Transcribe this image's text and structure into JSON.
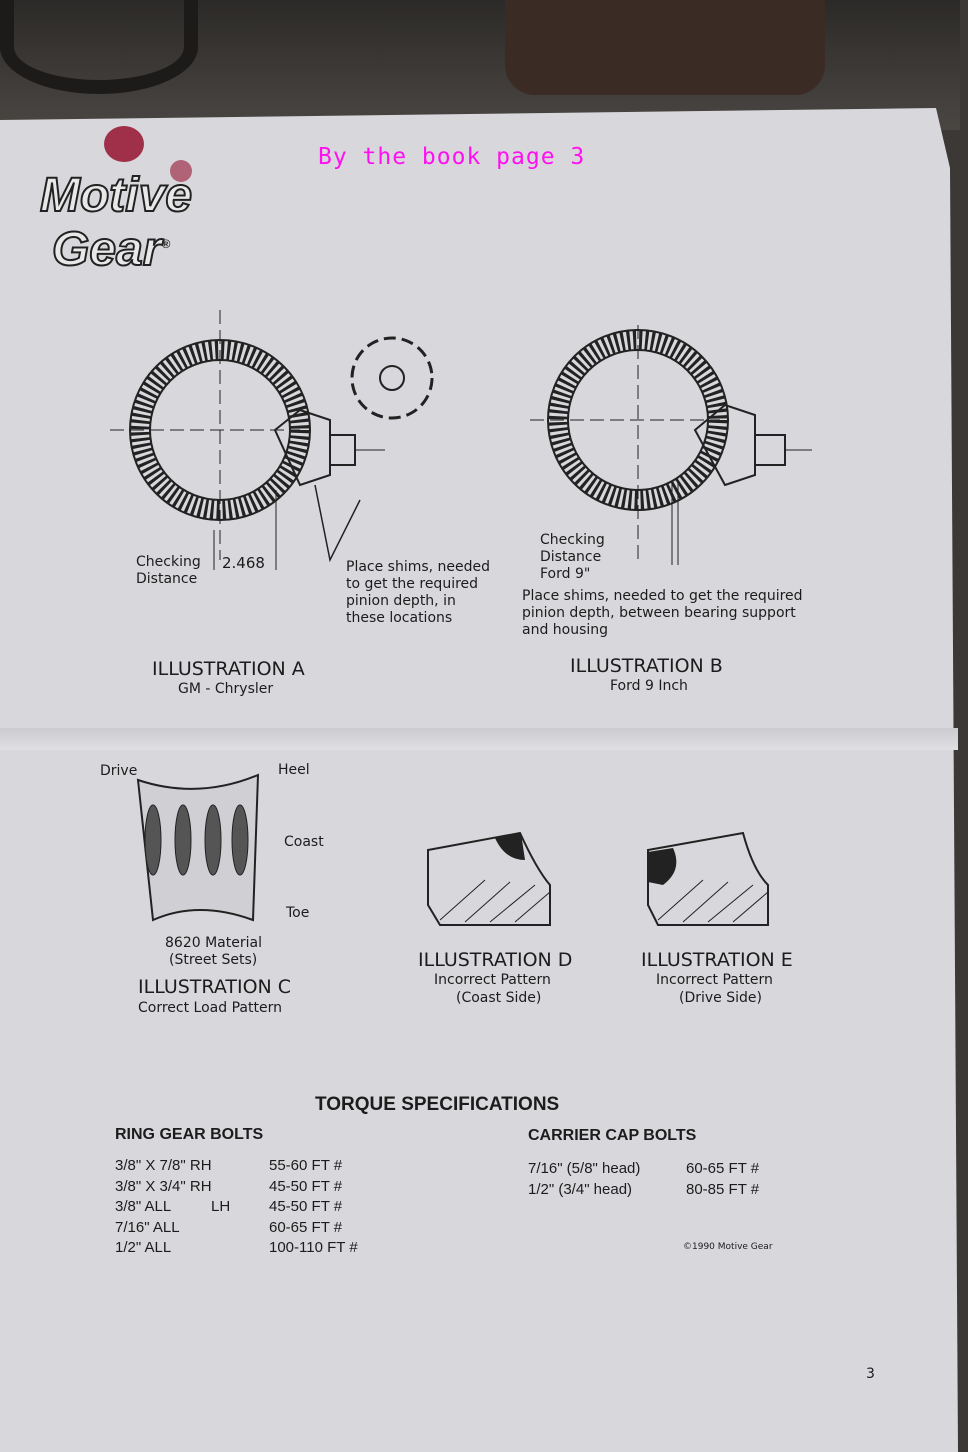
{
  "caption": "By the book page 3",
  "logo": {
    "line1": "Motive",
    "line2": "Gear",
    "mark": "®"
  },
  "illustration_a": {
    "title": "ILLUSTRATION A",
    "subtitle": "GM - Chrysler",
    "checking_label_1": "Checking",
    "checking_label_2": "Distance",
    "distance_value": "2.468",
    "shim_note": [
      "Place shims, needed",
      "to get the required",
      "pinion depth, in",
      "these locations"
    ]
  },
  "illustration_b": {
    "title": "ILLUSTRATION B",
    "subtitle": "Ford 9 Inch",
    "checking_label": [
      "Checking",
      "Distance",
      "Ford 9\""
    ],
    "shim_note": [
      "Place shims, needed to get the required",
      "pinion depth, between bearing support",
      "and housing"
    ]
  },
  "illustration_c": {
    "title": "ILLUSTRATION C",
    "subtitle": "Correct Load Pattern",
    "labels": {
      "drive": "Drive",
      "heel": "Heel",
      "coast": "Coast",
      "toe": "Toe"
    },
    "material": "8620 Material",
    "material_note": "(Street Sets)"
  },
  "illustration_d": {
    "title": "ILLUSTRATION D",
    "line1": "Incorrect Pattern",
    "line2": "(Coast Side)"
  },
  "illustration_e": {
    "title": "ILLUSTRATION E",
    "line1": "Incorrect Pattern",
    "line2": "(Drive Side)"
  },
  "torque": {
    "title": "TORQUE SPECIFICATIONS",
    "ring_gear": {
      "heading": "RING GEAR BOLTS",
      "rows": [
        {
          "size": "3/8\" X 7/8\" RH",
          "dir": "",
          "torque": "55-60 FT #"
        },
        {
          "size": "3/8\" X 3/4\" RH",
          "dir": "",
          "torque": "45-50 FT #"
        },
        {
          "size": "3/8\" ALL",
          "dir": "LH",
          "torque": "45-50 FT #"
        },
        {
          "size": "7/16\" ALL",
          "dir": "",
          "torque": "60-65 FT #"
        },
        {
          "size": "1/2\" ALL",
          "dir": "",
          "torque": "100-110 FT #"
        }
      ]
    },
    "carrier_cap": {
      "heading": "CARRIER CAP BOLTS",
      "rows": [
        {
          "size": "7/16\" (5/8\" head)",
          "torque": "60-65 FT #"
        },
        {
          "size": "1/2\" (3/4\" head)",
          "torque": "80-85 FT #"
        }
      ]
    }
  },
  "copyright": "©1990 Motive Gear",
  "page_number": "3"
}
